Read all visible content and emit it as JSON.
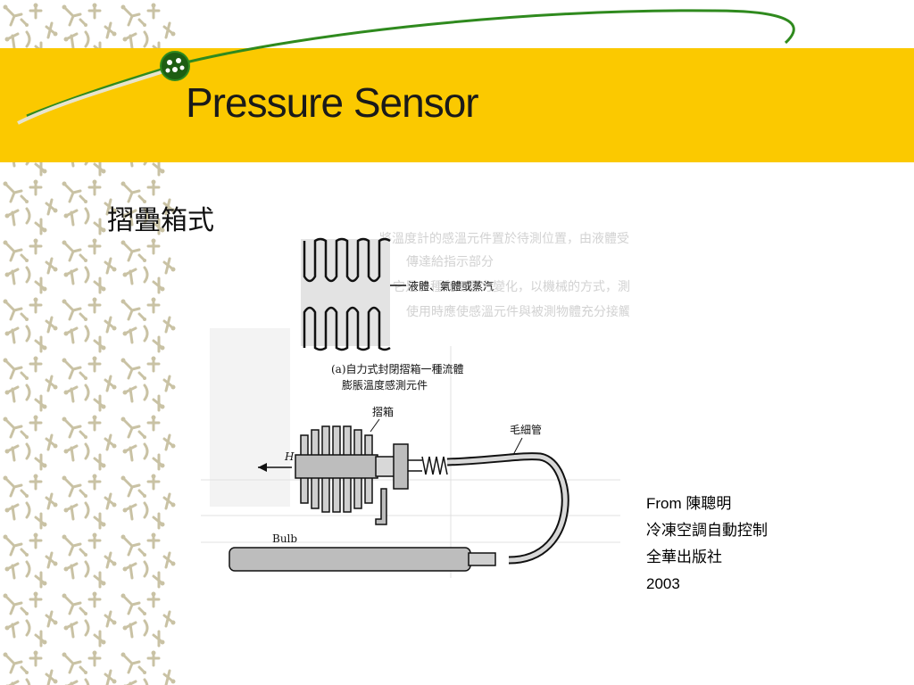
{
  "slide": {
    "title": "Pressure Sensor",
    "subtitle": "摺疊箱式"
  },
  "diagram": {
    "label_fluid": "液體、氣體或蒸汽",
    "caption_line1": "(a)自力式封閉摺箱一種流體",
    "caption_line2": "膨脹溫度感測元件",
    "label_bellows": "摺箱",
    "label_capillary": "毛細管",
    "label_h": "H",
    "label_bulb": "Bulb",
    "bg_line1": "將溫度計的感溫元件置於待測位置，由液體受熱膨脹",
    "bg_line2": "傳達給指示部分",
    "bg_line3": "它是一種利用壓力變化，以機械的方式，測量溫度的儀器",
    "bg_line4": "使用時應使感溫元件與被測物體充分接觸"
  },
  "caption": {
    "line1": "From 陳聰明",
    "line2": "冷凍空調自動控制",
    "line3": "全華出版社",
    "line4": "2003"
  },
  "colors": {
    "band": "#fbc900",
    "swoosh": "#2f8a1e",
    "pattern": "#c9c2a4"
  }
}
